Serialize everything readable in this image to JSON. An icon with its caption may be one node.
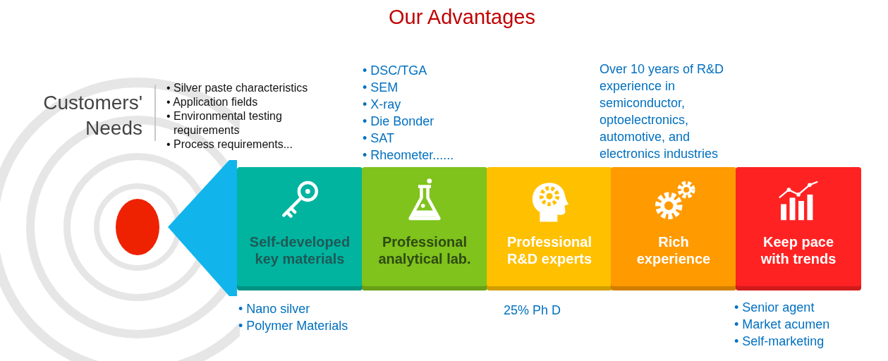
{
  "diagram": {
    "title": "Our Advantages",
    "nodes": [
      {
        "text": [
          "Self-developed key materials"
        ],
        "beside": [
          "• Nano silver",
          "• Polymer Materials"
        ]
      },
      {
        "text": [
          "Professional analytical lab."
        ],
        "beside": [
          "• DSC/TGA",
          "• SEM",
          "• X-ray",
          "• Die Bonder",
          "• SAT",
          "• Rheometer......"
        ]
      },
      {
        "text": [
          "Professional R&D experts"
        ],
        "beside": [
          "25% Ph D"
        ]
      },
      {
        "text": [
          "Rich experience"
        ],
        "beside": [
          "Over 10 years of R&D experience in semiconductor, optoelectronics, automotive, and electronics industries"
        ]
      },
      {
        "text": [
          "Keep pace with trends"
        ],
        "beside": [
          "• Senior agent",
          "• Market acumen",
          "• Self-marketing"
        ]
      }
    ],
    "labels": [
      "Customers' Needs",
      "• Silver paste characteristics",
      "• Application fields",
      "• Environmental testing requirements",
      "• Process requirements..."
    ]
  }
}
